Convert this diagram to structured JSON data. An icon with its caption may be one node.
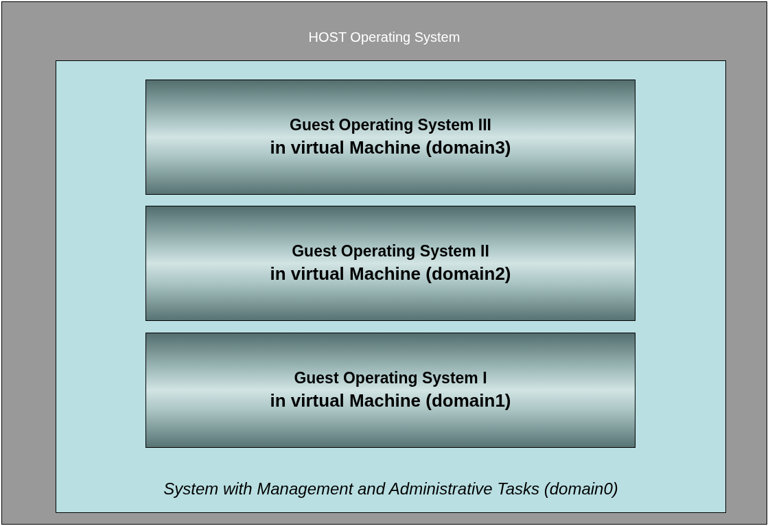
{
  "diagram": {
    "nodes": [
      {
        "text": [
          "HOST Operating System"
        ]
      },
      {
        "text": [
          "System with Management and Administrative Tasks (domain0)"
        ],
        "in": 0
      },
      {
        "text": [
          "Guest Operating System III",
          "in virtual Machine (domain3)"
        ],
        "in": 1
      },
      {
        "text": [
          "Guest Operating System II",
          "in virtual Machine (domain2)"
        ],
        "in": 1
      },
      {
        "text": [
          "Guest Operating System I",
          "in virtual Machine (domain1)"
        ],
        "in": 1
      }
    ],
    "edges": []
  }
}
